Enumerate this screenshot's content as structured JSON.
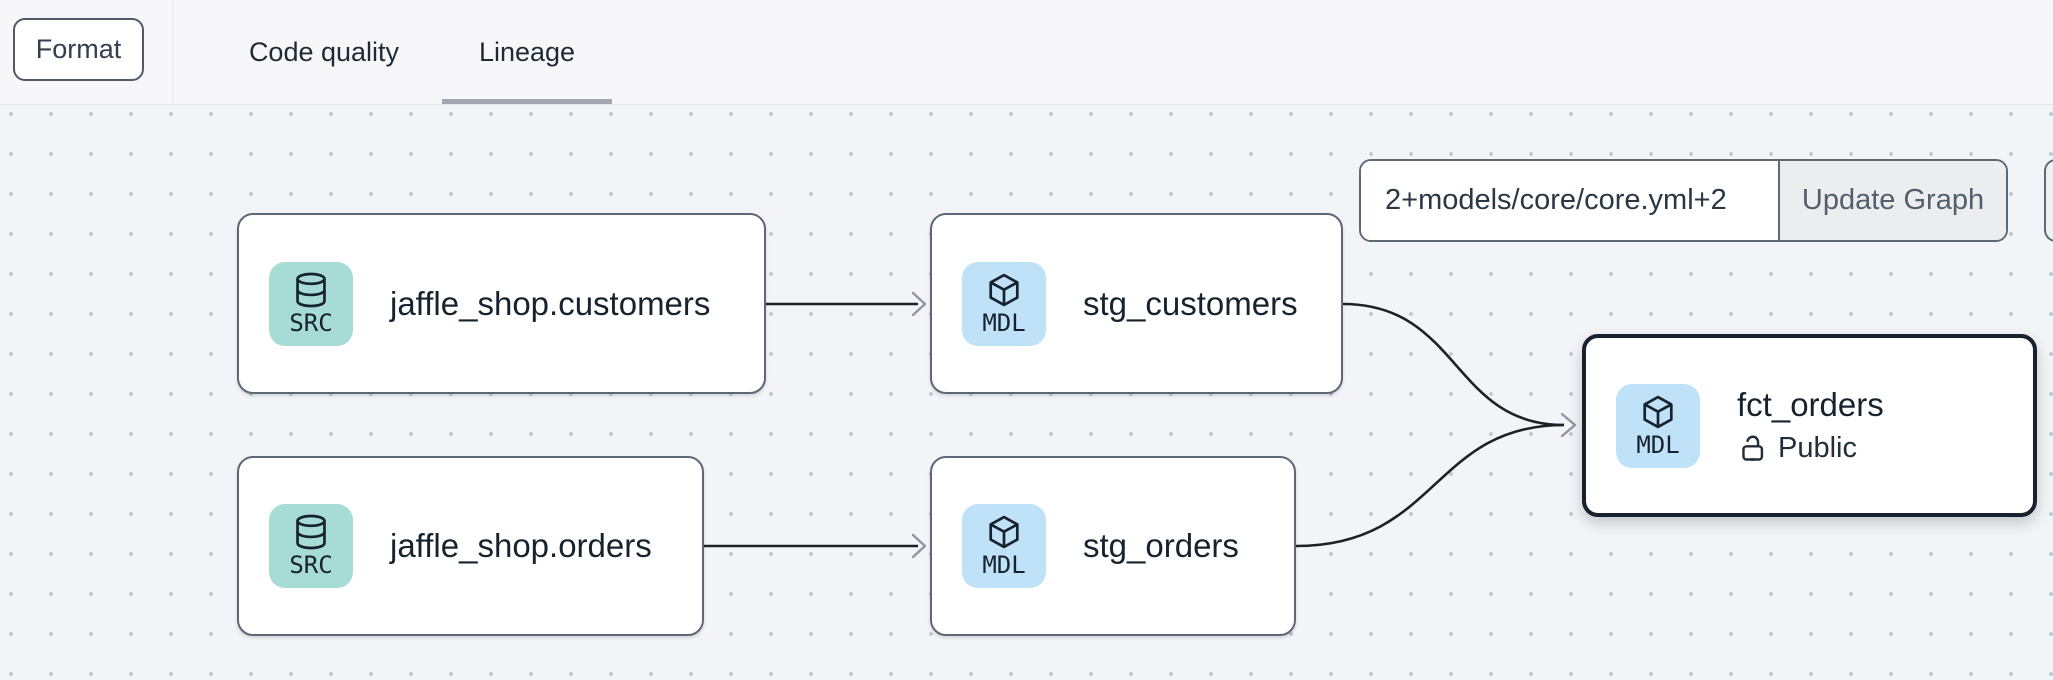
{
  "header": {
    "format_label": "Format",
    "tabs": [
      {
        "label": "Code quality",
        "active": false
      },
      {
        "label": "Lineage",
        "active": true
      }
    ]
  },
  "toolbar": {
    "selector_value": "2+models/core/core.yml+2",
    "update_button_label": "Update Graph"
  },
  "graph": {
    "nodes": [
      {
        "id": "jaffle_shop.customers",
        "label": "jaffle_shop.customers",
        "type": "SRC",
        "icon": "database-icon",
        "selected": false
      },
      {
        "id": "stg_customers",
        "label": "stg_customers",
        "type": "MDL",
        "icon": "cube-icon",
        "selected": false
      },
      {
        "id": "jaffle_shop.orders",
        "label": "jaffle_shop.orders",
        "type": "SRC",
        "icon": "database-icon",
        "selected": false
      },
      {
        "id": "stg_orders",
        "label": "stg_orders",
        "type": "MDL",
        "icon": "cube-icon",
        "selected": false
      },
      {
        "id": "fct_orders",
        "label": "fct_orders",
        "type": "MDL",
        "icon": "cube-icon",
        "access": "Public",
        "access_icon": "unlock-icon",
        "selected": true
      }
    ],
    "edges": [
      {
        "from": "jaffle_shop.customers",
        "to": "stg_customers"
      },
      {
        "from": "jaffle_shop.orders",
        "to": "stg_orders"
      },
      {
        "from": "stg_customers",
        "to": "fct_orders"
      },
      {
        "from": "stg_orders",
        "to": "fct_orders"
      }
    ]
  },
  "colors": {
    "source_icon_bg": "#a7dbd5",
    "model_icon_bg": "#bfe2f9",
    "node_border": "#5d6877",
    "selected_node_border": "#17222e",
    "node_text": "#16232e",
    "edge": "#1d2025",
    "arrowhead": "#8f96a3",
    "tab_underline": "#a2a7b0",
    "canvas_bg": "#f3f4f7",
    "canvas_dots": "#c3c7ce",
    "update_button_bg": "#ebedef"
  }
}
